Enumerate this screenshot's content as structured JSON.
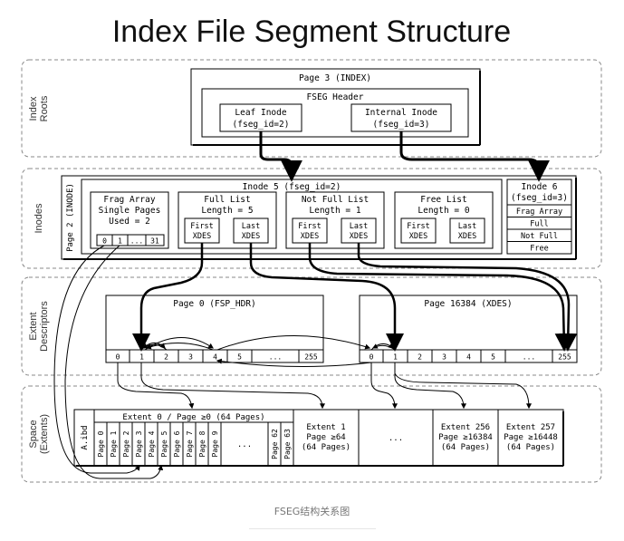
{
  "title": "Index File Segment Structure",
  "caption": "FSEG结构关系图",
  "rows": {
    "index_roots": [
      "Index",
      "Roots"
    ],
    "inodes": "Inodes",
    "extent_descriptors": [
      "Extent",
      "Descriptors"
    ],
    "space": [
      "Space",
      "(Extents)"
    ]
  },
  "index_page": {
    "title": "Page 3 (INDEX)",
    "fseg_header": "FSEG Header",
    "leaf_inode": [
      "Leaf Inode",
      "(fseg_id=2)"
    ],
    "internal_inode": [
      "Internal Inode",
      "(fseg_id=3)"
    ]
  },
  "inode_page": {
    "side_label": "Page 2 (INODE)",
    "inode5_title": "Inode 5 (fseg_id=2)",
    "frag_array": {
      "lines": [
        "Frag Array",
        "Single Pages",
        "Used = 2"
      ],
      "cells": [
        "0",
        "1",
        "...",
        "31"
      ]
    },
    "full_list": {
      "lines": [
        "Full List",
        "Length = 5"
      ],
      "first": [
        "First",
        "XDES"
      ],
      "last": [
        "Last",
        "XDES"
      ]
    },
    "not_full_list": {
      "lines": [
        "Not Full List",
        "Length = 1"
      ],
      "first": [
        "First",
        "XDES"
      ],
      "last": [
        "Last",
        "XDES"
      ]
    },
    "free_list": {
      "lines": [
        "Free List",
        "Length = 0"
      ],
      "first": [
        "First",
        "XDES"
      ],
      "last": [
        "Last",
        "XDES"
      ]
    },
    "inode6": {
      "title": [
        "Inode 6",
        "(fseg_id=3)"
      ],
      "rows": [
        "Frag Array",
        "Full",
        "Not Full",
        "Free"
      ]
    }
  },
  "xdes": {
    "page0_title": "Page 0 (FSP_HDR)",
    "page16384_title": "Page 16384 (XDES)",
    "left_cells": [
      "0",
      "1",
      "2",
      "3",
      "4",
      "5",
      "...",
      "255"
    ],
    "right_cells": [
      "0",
      "1",
      "2",
      "3",
      "4",
      "5",
      "...",
      "255"
    ]
  },
  "space": {
    "file_label": "A.ibd",
    "extent0_title": "Extent 0 / Page ≥0 (64 Pages)",
    "pages": [
      "Page 0",
      "Page 1",
      "Page 2",
      "Page 3",
      "Page 4",
      "Page 5",
      "Page 6",
      "Page 7",
      "Page 8",
      "Page 9"
    ],
    "pages_ellipsis": "...",
    "page62": "Page 62",
    "page63": "Page 63",
    "extent1": [
      "Extent 1",
      "Page ≥64",
      "(64 Pages)"
    ],
    "middle_ellipsis": "...",
    "extent256": [
      "Extent 256",
      "Page ≥16384",
      "(64 Pages)"
    ],
    "extent257": [
      "Extent 257",
      "Page ≥16448",
      "(64 Pages)"
    ]
  }
}
